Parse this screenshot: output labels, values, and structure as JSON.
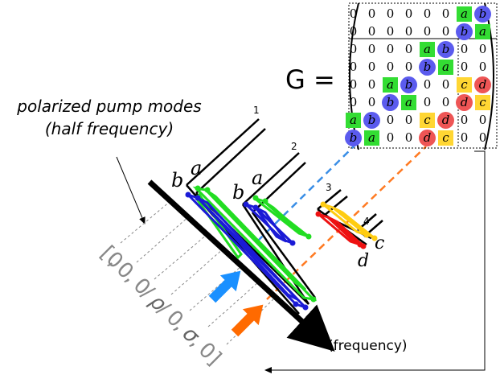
{
  "caption": {
    "line1": "polarized pump modes",
    "line2": "(half frequency)"
  },
  "matrix_label": "G =",
  "frequency_label": "(frequency)",
  "mode_labels": {
    "a1": "a",
    "b1": "b",
    "a2": "a",
    "b2": "b",
    "c": "c",
    "d": "d"
  },
  "line_numbers": [
    "1",
    "2",
    "3",
    "4"
  ],
  "pump_vector": [
    "[0",
    ",",
    "0",
    ",",
    "0",
    "/",
    "ρ",
    "/",
    "0",
    ",",
    "σ",
    ",",
    "0]"
  ],
  "matrix": {
    "rows": [
      [
        "0",
        "0",
        "0",
        "0",
        "0",
        "0",
        "a",
        "b"
      ],
      [
        "0",
        "0",
        "0",
        "0",
        "0",
        "0",
        "b",
        "a"
      ],
      [
        "0",
        "0",
        "0",
        "0",
        "a",
        "b",
        "0",
        "0"
      ],
      [
        "0",
        "0",
        "0",
        "0",
        "b",
        "a",
        "0",
        "0"
      ],
      [
        "0",
        "0",
        "a",
        "b",
        "0",
        "0",
        "c",
        "d"
      ],
      [
        "0",
        "0",
        "b",
        "a",
        "0",
        "0",
        "d",
        "c"
      ],
      [
        "a",
        "b",
        "0",
        "0",
        "c",
        "d",
        "0",
        "0"
      ],
      [
        "b",
        "a",
        "0",
        "0",
        "d",
        "c",
        "0",
        "0"
      ]
    ],
    "highlight_colors": {
      "a": "#33dd33",
      "b": "#5b5bee",
      "c": "#ffd633",
      "d": "#ee5555"
    }
  },
  "colors": {
    "green": "#22dd22",
    "blue": "#1a1ad6",
    "yellow": "#ffcc11",
    "red": "#ee1111",
    "light_blue_arrow": "#1a90ff",
    "orange_arrow": "#ff6a00",
    "dashed_blue": "#3a8ee6",
    "dashed_orange": "#ff7a22"
  }
}
